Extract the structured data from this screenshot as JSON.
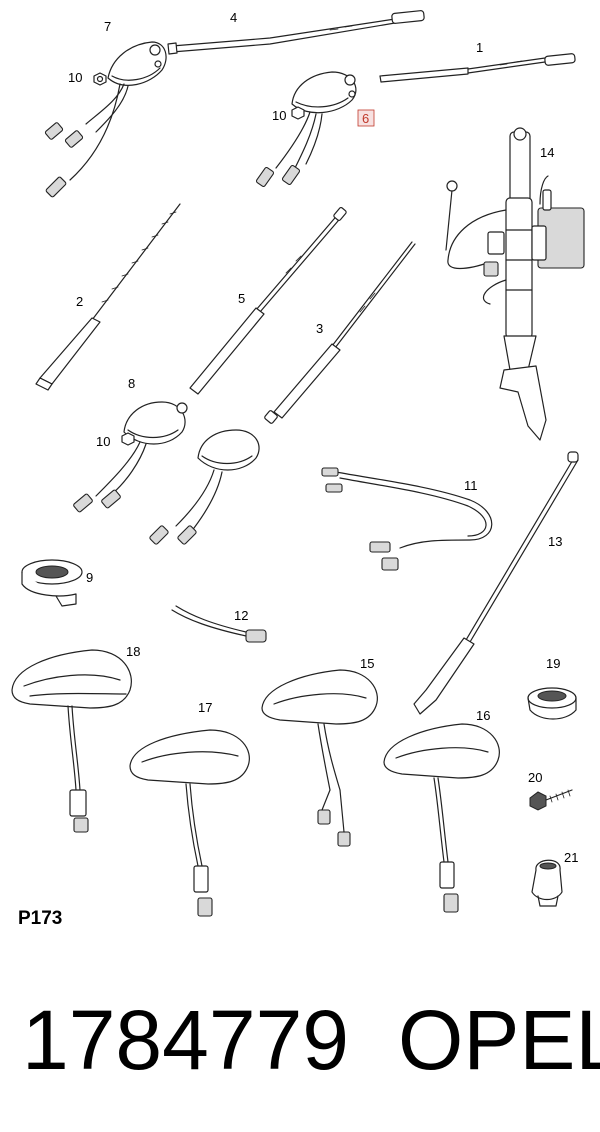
{
  "diagram": {
    "callouts": [
      "1",
      "2",
      "3",
      "4",
      "5",
      "6",
      "7",
      "8",
      "9",
      "10",
      "10",
      "10",
      "11",
      "12",
      "13",
      "14",
      "15",
      "16",
      "17",
      "18",
      "19",
      "20",
      "21"
    ],
    "highlighted_callout": "6",
    "page_code": "P173"
  },
  "footer": {
    "part_number": "1784779",
    "brand": "OPEL"
  },
  "colors": {
    "ink": "#222222",
    "highlight": "#c0392b"
  }
}
